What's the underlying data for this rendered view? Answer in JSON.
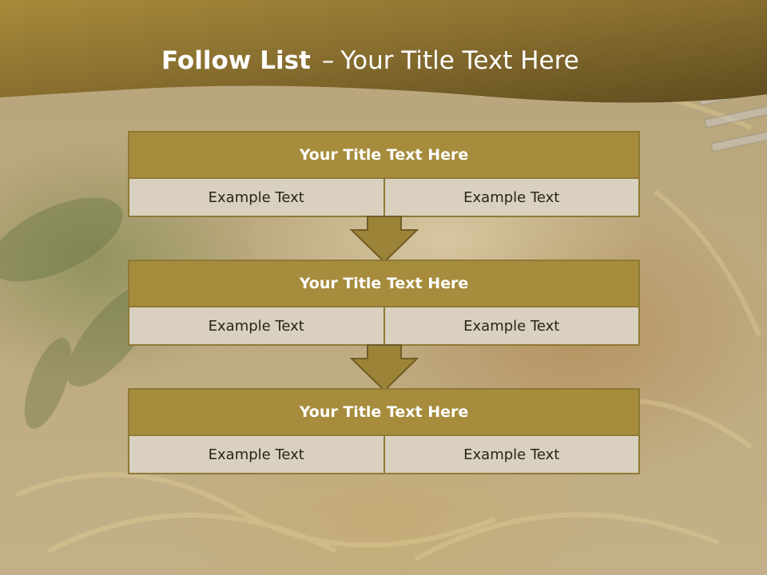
{
  "slide": {
    "title_bold": "Follow List",
    "title_dash": "–",
    "title_rest": "Your Title Text Here"
  },
  "colors": {
    "header_band": "#7d6526",
    "block_header": "#a68c3c",
    "block_border": "#8e7a36",
    "cell_fill": "#d9d0bf",
    "title_text": "#ffffff"
  },
  "blocks": [
    {
      "title": "Your Title Text Here",
      "left": "Example Text",
      "right": "Example Text"
    },
    {
      "title": "Your Title Text Here",
      "left": "Example Text",
      "right": "Example Text"
    },
    {
      "title": "Your Title Text Here",
      "left": "Example Text",
      "right": "Example Text"
    }
  ]
}
